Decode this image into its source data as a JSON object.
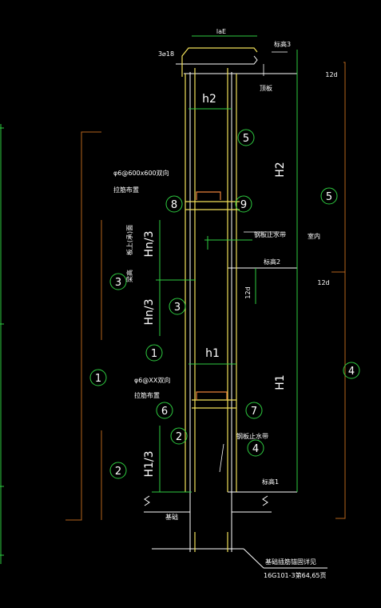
{
  "bubbles": [
    {
      "id": "1",
      "label": "1"
    },
    {
      "id": "2",
      "label": "2"
    },
    {
      "id": "3",
      "label": "3"
    },
    {
      "id": "4",
      "label": "4"
    },
    {
      "id": "5",
      "label": "5"
    },
    {
      "id": "6",
      "label": "6"
    },
    {
      "id": "7",
      "label": "7"
    },
    {
      "id": "8",
      "label": "8"
    },
    {
      "id": "9",
      "label": "9"
    }
  ],
  "dims": {
    "lae": "laE",
    "top_bars": "3⌀18",
    "h2": "h2",
    "H2": "H2",
    "h1": "h1",
    "H1": "H1",
    "Hn3_top": "Hn/3",
    "Hn3_mid": "Hn/3",
    "H13": "H1/3",
    "twelve_d_top": "12d",
    "twelve_d_mid": "12d",
    "twelve_d_side": "12d",
    "span_label": "梁高"
  },
  "notes": {
    "elev3": "标高3",
    "elev2": "标高2",
    "elev1": "标高1",
    "beam_top": "顶板",
    "stirrup_top_1": "φ6@600x600双向",
    "stirrup_top_2": "拉筋布置",
    "waterstop_top": "钢板止水带",
    "indoor": "室内",
    "rebar_note": "板上(承)面",
    "stirrup_bot_1": "φ6@XX双向",
    "stirrup_bot_2": "拉筋布置",
    "waterstop_bot": "钢板止水带",
    "foundation": "基础",
    "anchor_1": "基础插筋锚固详见",
    "anchor_2": "16G101-3第64,65页"
  }
}
